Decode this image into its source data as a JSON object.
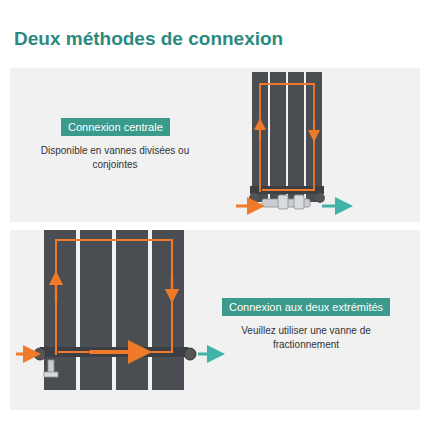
{
  "diagram": {
    "title": "Deux méthodes de connexion",
    "nodes": [
      {
        "text": [
          "Connexion centrale"
        ]
      },
      {
        "text": [
          "Connexion aux deux extrémités"
        ]
      }
    ],
    "labels": [
      "Disponible en vannes divisées ou conjointes",
      "Veuillez utiliser une vanne de fractionnement"
    ]
  }
}
